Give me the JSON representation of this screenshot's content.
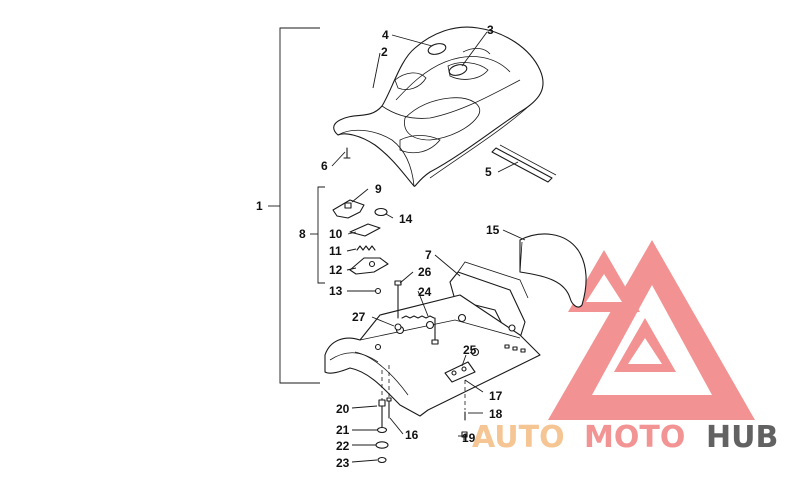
{
  "diagram": {
    "callouts": {
      "c1": "1",
      "c2": "2",
      "c3": "3",
      "c4": "4",
      "c5": "5",
      "c6": "6",
      "c7": "7",
      "c8": "8",
      "c9": "9",
      "c10": "10",
      "c11": "11",
      "c12": "12",
      "c13": "13",
      "c14": "14",
      "c15": "15",
      "c16": "16",
      "c17": "17",
      "c18": "18",
      "c19": "19",
      "c20": "20",
      "c21": "21",
      "c22": "22",
      "c23": "23",
      "c24": "24",
      "c25": "25",
      "c26": "26",
      "c27": "27"
    }
  },
  "watermark": {
    "word_auto": "AUTO",
    "word_moto": "MOTO",
    "word_hub": "HUB",
    "colors": {
      "auto": "#f5c18a",
      "moto": "#f28c8c",
      "hub": "#555555",
      "triangle": "#f08080"
    }
  }
}
